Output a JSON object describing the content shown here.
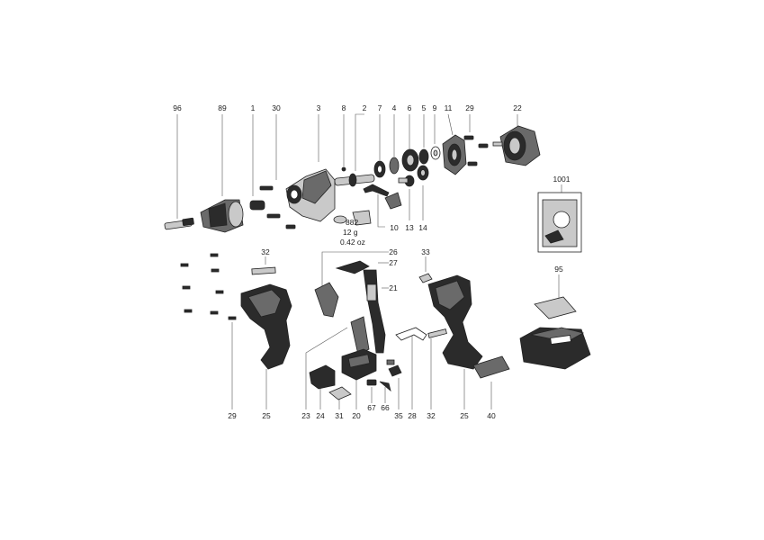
{
  "labels": {
    "l96": "96",
    "l89": "89",
    "l1": "1",
    "l30": "30",
    "l3": "3",
    "l8": "8",
    "l2": "2",
    "l7": "7",
    "l4": "4",
    "l6": "6",
    "l5": "5",
    "l9": "9",
    "l11": "11",
    "l29a": "29",
    "l22": "22",
    "l10": "10",
    "l13": "13",
    "l14": "14",
    "l1001": "1001",
    "l32a": "32",
    "l26": "26",
    "l27": "27",
    "l21": "21",
    "l33": "33",
    "l95": "95",
    "l29b": "29",
    "l25a": "25",
    "l23": "23",
    "l24": "24",
    "l31": "31",
    "l20": "20",
    "l67": "67",
    "l66": "66",
    "l35": "35",
    "l28": "28",
    "l32b": "32",
    "l25b": "25",
    "l40": "40"
  },
  "grease": {
    "code": "882",
    "weight_g": "12 g",
    "weight_oz": "0.42 oz"
  }
}
